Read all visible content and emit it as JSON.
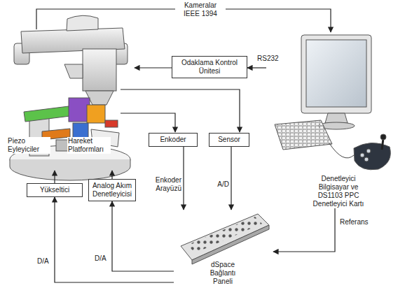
{
  "diagram": {
    "nodes": [
      {
        "text": [
          "Odaklama Kontrol Ünitesi"
        ]
      },
      {
        "text": [
          "Denetleyici Bilgisayar ve DS1103 PPC Denetleyici Kartı"
        ]
      },
      {
        "text": [
          "Enkoder"
        ]
      },
      {
        "text": [
          "Sensor"
        ]
      },
      {
        "text": [
          "Yükseltici"
        ]
      },
      {
        "text": [
          "Analog Akım Denetleyicisi"
        ]
      },
      {
        "text": [
          "dSpace Bağlantı Paneli"
        ]
      }
    ],
    "edges": [
      {
        "from": 1,
        "to": 0,
        "arrow": "to",
        "label": "RS232"
      },
      {
        "from": 2,
        "to": 6,
        "arrow": "to",
        "label": "Enkoder Arayüzü"
      },
      {
        "from": 3,
        "to": 6,
        "arrow": "to",
        "label": "A/D"
      },
      {
        "from": 1,
        "to": 6,
        "arrow": "to",
        "label": "Referans"
      },
      {
        "from": 6,
        "to": 5,
        "arrow": "to",
        "label": "D/A"
      },
      {
        "from": 6,
        "to": 4,
        "arrow": "to",
        "label": "D/A"
      }
    ],
    "labels": [
      "Kameralar IEEE 1394",
      "Piezo Eyleyiciler",
      "Hareket Platformları"
    ]
  }
}
